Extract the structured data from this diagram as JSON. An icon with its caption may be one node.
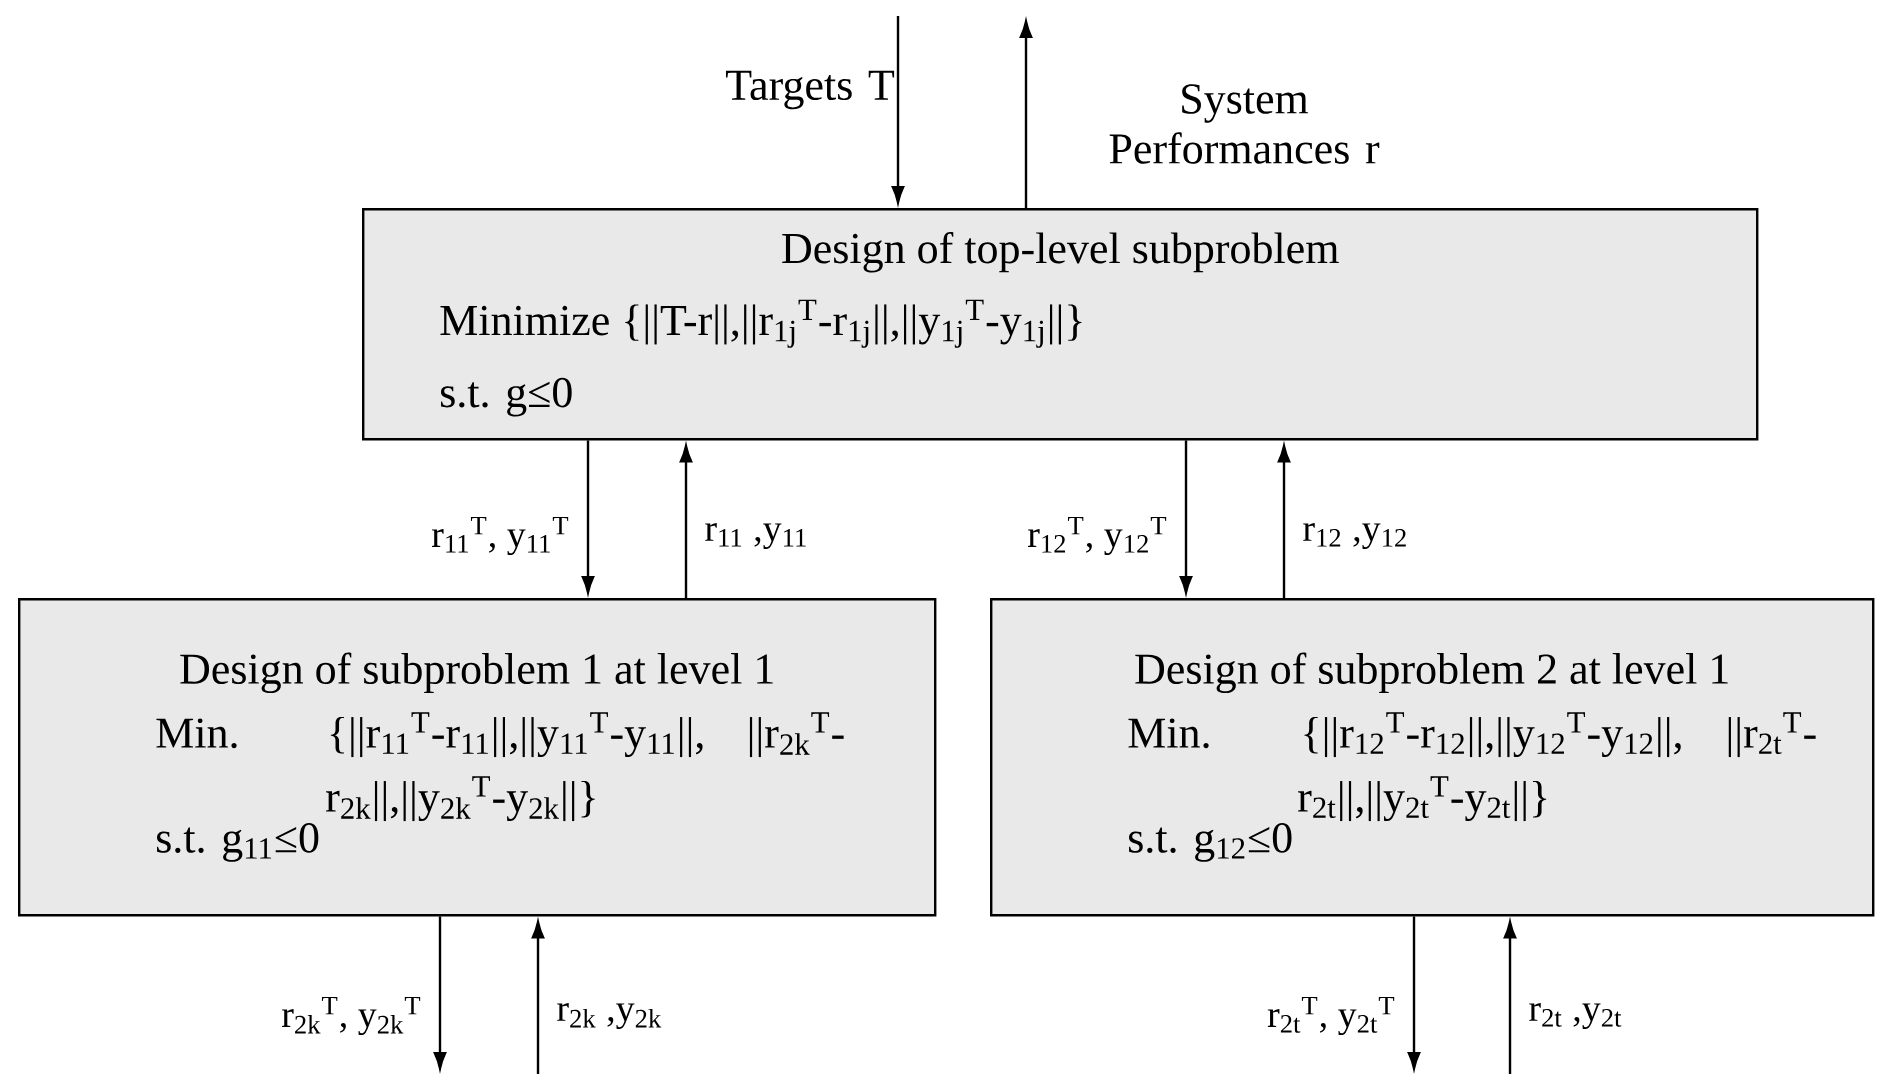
{
  "diagram": {
    "nodes": [
      {
        "text": [
          "Design of top-level subproblem",
          "Minimize {||T-r||,||r$_{1j}$$^{T}$-r$_{1j}$||,||y$_{1j}$$^{T}$-y$_{1j}$||}",
          "s.t. g≤0"
        ]
      },
      {
        "text": [
          "Design of subproblem 1 at level 1",
          "Min. {||r$_{11}$$^{T}$-r$_{11}$||,||y$_{11}$$^{T}$-y$_{11}$||, ||r$_{2k}$$^{T}$-r$_{2k}$||,||y$_{2k}$$^{T}$-y$_{2k}$||}",
          "s.t. g$_{11}$≤0"
        ]
      },
      {
        "text": [
          "Design of subproblem 2 at level 1",
          "Min. {||r$_{12}$$^{T}$-r$_{12}$||,||y$_{12}$$^{T}$-y$_{12}$||, ||r$_{2t}$$^{T}$-r$_{2t}$||,||y$_{2t}$$^{T}$-y$_{2t}$||}",
          "s.t. g$_{12}$≤0"
        ]
      }
    ],
    "edges": [
      {
        "from": null,
        "to": 0,
        "arrow": "to",
        "label": "Targets T"
      },
      {
        "from": 0,
        "to": null,
        "arrow": "to",
        "label": "System Performances r"
      },
      {
        "from": 0,
        "to": 1,
        "arrow": "to",
        "label": "r$_{11}$$^{T}$, y$_{11}$$^{T}$"
      },
      {
        "from": 1,
        "to": 0,
        "arrow": "to",
        "label": "r$_{11}$ ,y$_{11}$"
      },
      {
        "from": 0,
        "to": 2,
        "arrow": "to",
        "label": "r$_{12}$$^{T}$, y$_{12}$$^{T}$"
      },
      {
        "from": 2,
        "to": 0,
        "arrow": "to",
        "label": "r$_{12}$ ,y$_{12}$"
      },
      {
        "from": 1,
        "to": null,
        "arrow": "to",
        "label": "r$_{2k}$$^{T}$, y$_{2k}$$^{T}$"
      },
      {
        "from": null,
        "to": 1,
        "arrow": "to",
        "label": "r$_{2k}$ ,y$_{2k}$"
      },
      {
        "from": 2,
        "to": null,
        "arrow": "to",
        "label": "r$_{2t}$$^{T}$, y$_{2t}$$^{T}$"
      },
      {
        "from": null,
        "to": 2,
        "arrow": "to",
        "label": "r$_{2t}$ ,y$_{2t}$"
      }
    ]
  }
}
